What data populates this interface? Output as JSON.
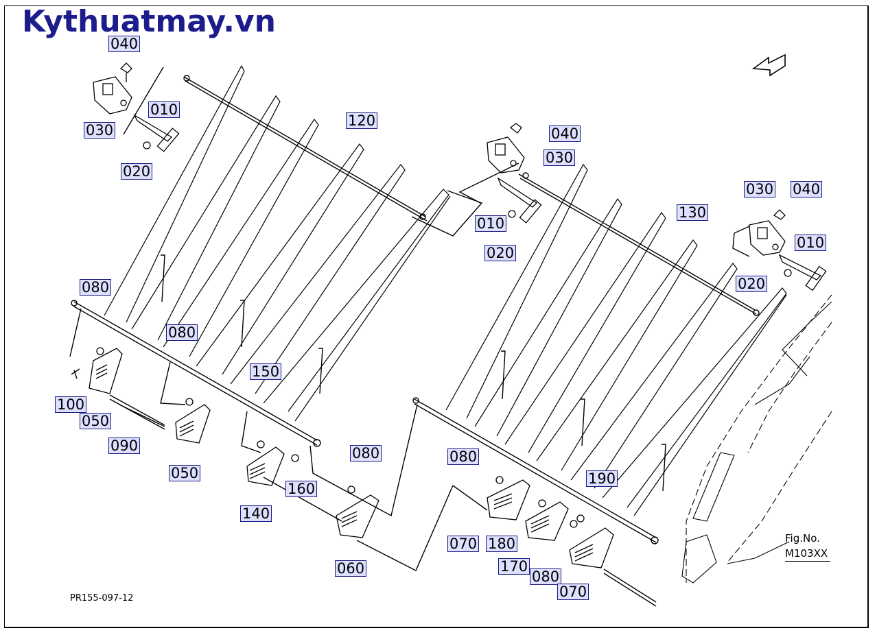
{
  "watermark": "Kythuatmay.vn",
  "drawing_code": "PR155-097-12",
  "figure": {
    "label": "Fig.No.",
    "number": "M103XX"
  },
  "callouts": [
    {
      "id": "c040a",
      "label": "040"
    },
    {
      "id": "c030a",
      "label": "030"
    },
    {
      "id": "c010a",
      "label": "010"
    },
    {
      "id": "c020a",
      "label": "020"
    },
    {
      "id": "c120",
      "label": "120"
    },
    {
      "id": "c040b",
      "label": "040"
    },
    {
      "id": "c030b",
      "label": "030"
    },
    {
      "id": "c010b",
      "label": "010"
    },
    {
      "id": "c020b",
      "label": "020"
    },
    {
      "id": "c130",
      "label": "130"
    },
    {
      "id": "c030c",
      "label": "030"
    },
    {
      "id": "c040c",
      "label": "040"
    },
    {
      "id": "c010c",
      "label": "010"
    },
    {
      "id": "c020c",
      "label": "020"
    },
    {
      "id": "c080a",
      "label": "080"
    },
    {
      "id": "c080b",
      "label": "080"
    },
    {
      "id": "c150",
      "label": "150"
    },
    {
      "id": "c100",
      "label": "100"
    },
    {
      "id": "c050a",
      "label": "050"
    },
    {
      "id": "c090",
      "label": "090"
    },
    {
      "id": "c050b",
      "label": "050"
    },
    {
      "id": "c160",
      "label": "160"
    },
    {
      "id": "c140",
      "label": "140"
    },
    {
      "id": "c080c",
      "label": "080"
    },
    {
      "id": "c060",
      "label": "060"
    },
    {
      "id": "c080d",
      "label": "080"
    },
    {
      "id": "c190",
      "label": "190"
    },
    {
      "id": "c070a",
      "label": "070"
    },
    {
      "id": "c180",
      "label": "180"
    },
    {
      "id": "c170",
      "label": "170"
    },
    {
      "id": "c080e",
      "label": "080"
    },
    {
      "id": "c070b",
      "label": "070"
    }
  ]
}
